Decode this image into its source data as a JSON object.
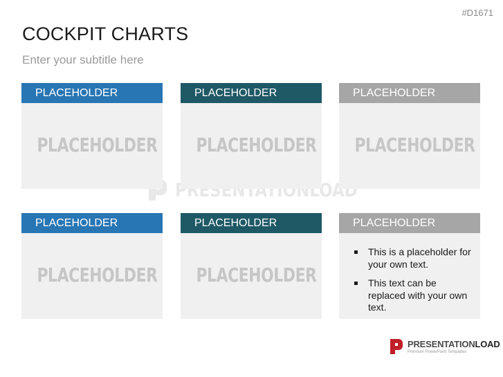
{
  "slide": {
    "code": "#D1671",
    "title": "COCKPIT CHARTS",
    "subtitle": "Enter your subtitle here"
  },
  "cards": [
    {
      "header": "PLACEHOLDER",
      "body": "PLACEHOLDER",
      "header_color": "#2876b4"
    },
    {
      "header": "PLACEHOLDER",
      "body": "PLACEHOLDER",
      "header_color": "#1f5966"
    },
    {
      "header": "PLACEHOLDER",
      "body": "PLACEHOLDER",
      "header_color": "#a6a6a6"
    },
    {
      "header": "PLACEHOLDER",
      "body": "PLACEHOLDER",
      "header_color": "#2876b4"
    },
    {
      "header": "PLACEHOLDER",
      "body": "PLACEHOLDER",
      "header_color": "#1f5966"
    },
    {
      "header": "PLACEHOLDER",
      "header_color": "#a6a6a6",
      "bullets": [
        "This is a placeholder for your own text.",
        "This text can be replaced with your own text."
      ]
    }
  ],
  "watermark": {
    "text": "PRESENTATIONLOAD"
  },
  "logo": {
    "brand_light": "PRESENTATION",
    "brand_bold": "LOAD",
    "tagline": "Premium PowerPoint Templates",
    "accent_color": "#c0202a"
  }
}
